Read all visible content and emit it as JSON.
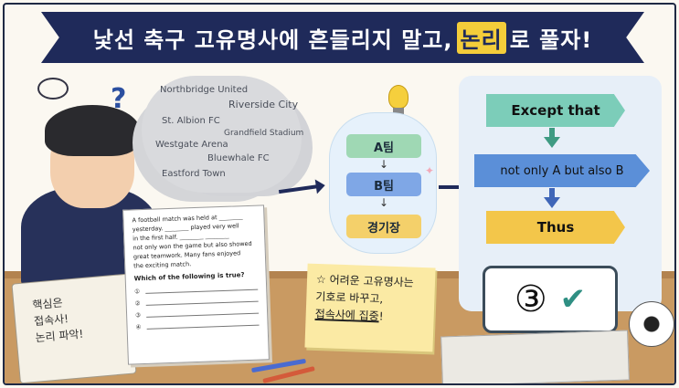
{
  "title": {
    "pre": "낯선 축구 고유명사에 흔들리지 말고,",
    "highlight": "논리",
    "post": "로 풀자!"
  },
  "cloud_words": [
    "Northbridge United",
    "Riverside City",
    "St. Albion FC",
    "Grandfield Stadium",
    "Westgate Arena",
    "Bluewhale FC",
    "Eastford Town"
  ],
  "flow": {
    "step1": "A팀",
    "arrow1": "↓",
    "step2": "B팀",
    "arrow2": "↓",
    "step3": "경기장"
  },
  "signs": {
    "sign1": "Except that",
    "sign2": "not only A but also B",
    "sign3": "Thus"
  },
  "answer": {
    "number": "③",
    "check": "✔"
  },
  "paper": {
    "passage": [
      "A football match was held at ________",
      "yesterday. ________ played very well",
      "in the first half. ________ ________",
      "not only won the game but also showed",
      "great teamwork. Many fans enjoyed",
      "the exciting match."
    ],
    "question": "Which of the following is true?",
    "options": [
      "①",
      "②",
      "③",
      "④"
    ]
  },
  "note": {
    "line1": "어려운 고유명사는",
    "line2": "기호로 바꾸고,",
    "line3_underlined": "접속사에 집중",
    "line3_end": "!"
  },
  "notebook": {
    "line1": "핵심은",
    "line2": "접속사!",
    "line3": "논리 파악!"
  },
  "decor": {
    "question_mark": "?",
    "star": "☆"
  },
  "colors": {
    "navy": "#1f2a5a",
    "highlight": "#f4cd3a",
    "teal": "#7ccdb9",
    "blue": "#5b8fd8",
    "yellow": "#f3c64a",
    "green_check": "#2f8f83",
    "chip_green": "#9fd8b4",
    "chip_blue": "#7fa7e6",
    "chip_yellow": "#f4d06a"
  }
}
